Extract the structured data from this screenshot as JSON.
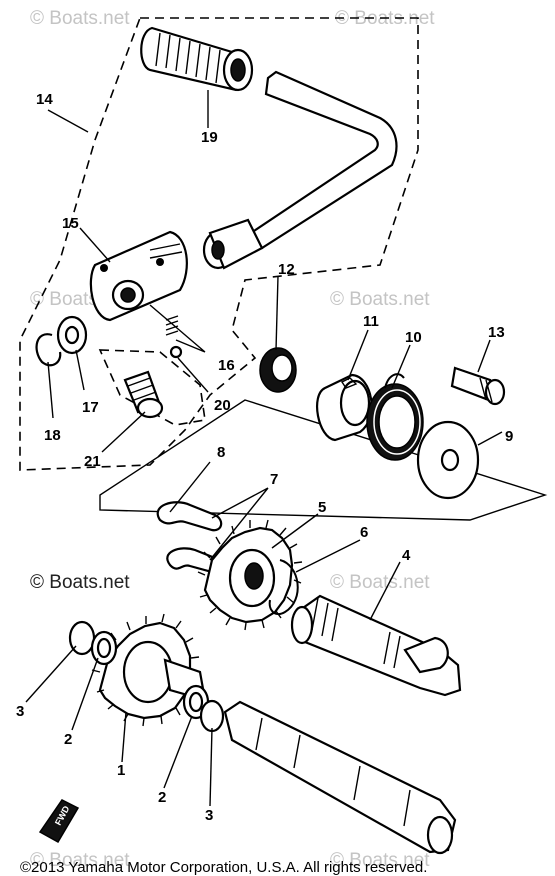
{
  "watermark": "© Boats.net",
  "copyright": "©2013 Yamaha Motor Corporation, U.S.A. All rights reserved.",
  "fwd_mark": "FWD",
  "callouts": {
    "c1": "1",
    "c2a": "2",
    "c2b": "2",
    "c3a": "3",
    "c3b": "3",
    "c4": "4",
    "c5": "5",
    "c6": "6",
    "c7": "7",
    "c8": "8",
    "c9": "9",
    "c10": "10",
    "c11": "11",
    "c12": "12",
    "c13": "13",
    "c14": "14",
    "c15": "15",
    "c16": "16",
    "c17": "17",
    "c18": "18",
    "c19": "19",
    "c20": "20",
    "c21": "21"
  }
}
